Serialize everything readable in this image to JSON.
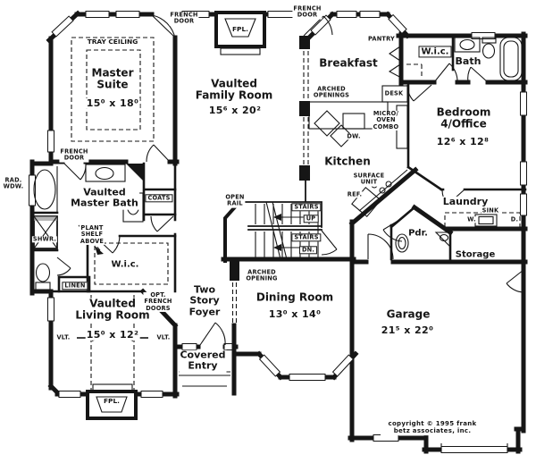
{
  "title": "floor-plan",
  "colors": {
    "ink": "#161616",
    "paper": "#ffffff"
  },
  "rooms": {
    "master_suite": {
      "name": "Master\nSuite",
      "dims": "15⁰ x 18⁰",
      "ceiling": "TRAY CEILING"
    },
    "family_room": {
      "name": "Vaulted\nFamily Room",
      "dims": "15⁶ x  20²"
    },
    "breakfast": {
      "name": "Breakfast"
    },
    "kitchen": {
      "name": "Kitchen"
    },
    "bedroom4": {
      "name": "Bedroom 4/Office",
      "dims": "12⁶ x 12⁸"
    },
    "bath": {
      "name": "Bath"
    },
    "wic_upper": {
      "name": "W.i.c."
    },
    "laundry": {
      "name": "Laundry"
    },
    "powder": {
      "name": "Pdr."
    },
    "storage": {
      "name": "Storage"
    },
    "garage": {
      "name": "Garage",
      "dims": "21⁵ x 22⁰"
    },
    "dining_room": {
      "name": "Dining Room",
      "dims": "13⁰ x 14⁰"
    },
    "foyer": {
      "name": "Two\nStory\nFoyer"
    },
    "covered_entry": {
      "name": "Covered\nEntry"
    },
    "living_room": {
      "name": "Vaulted\nLiving Room",
      "dims": "15⁰ x 12²"
    },
    "master_bath": {
      "name": "Vaulted\nMaster Bath"
    },
    "wic_master": {
      "name": "W.i.c."
    }
  },
  "annotations": {
    "french_door_nw": "FRENCH\nDOOR",
    "french_door_ne": "FRENCH\nDOOR",
    "french_door_master": "FRENCH\nDOOR",
    "fpl_family": "FPL.",
    "fpl_living": "FPL.",
    "pantry": "PANTRY",
    "arched_openings": "ARCHED\nOPENINGS",
    "arched_opening": "ARCHED\nOPENING",
    "desk": "DESK",
    "micro_oven": "MICRO/\nOVEN\nCOMBO",
    "dw": "DW.",
    "surface_unit": "SURFACE\nUNIT",
    "ref": "REF.",
    "rad_wdw": "RAD.\nWDW.",
    "coats": "COATS",
    "shower": "SHWR.",
    "plant_shelf": "PLANT\nSHELF\nABOVE",
    "linen": "LINEN",
    "open_rail": "OPEN\nRAIL",
    "stairs": "STAIRS",
    "up": "UP",
    "stairs2": "STAIRS",
    "dn": "DN.",
    "sink": "SINK",
    "washer": "W.",
    "dryer": "D.",
    "vlt": "VLT.",
    "vlt2": "VLT.",
    "opt_french_doors": "OPT.\nFRENCH\nDOORS"
  },
  "footer": {
    "copyright": "copyright © 1995 frank betz associates, inc."
  }
}
